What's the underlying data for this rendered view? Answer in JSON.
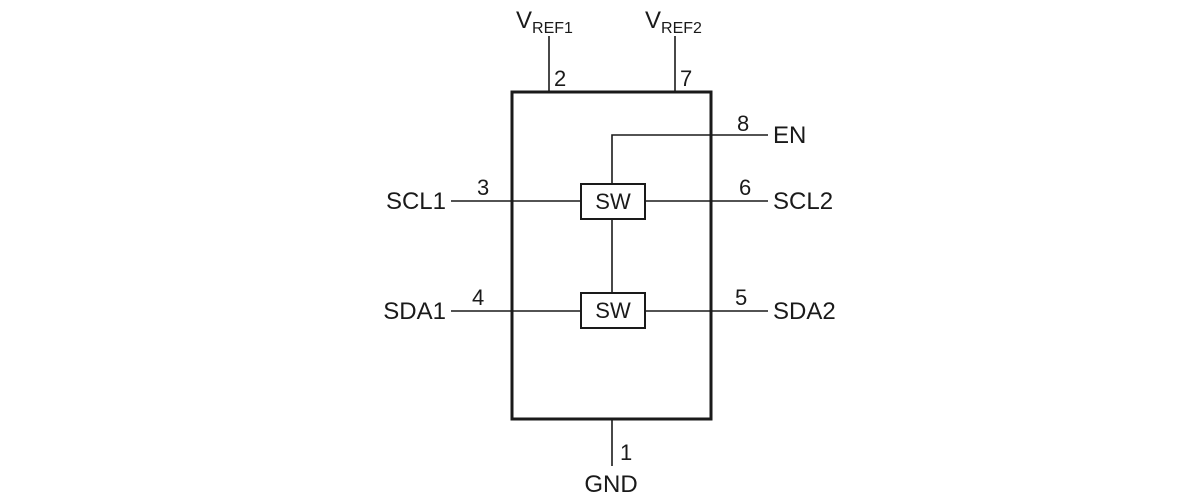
{
  "vref1": {
    "main": "V",
    "sub": "REF1",
    "pin": "2"
  },
  "vref2": {
    "main": "V",
    "sub": "REF2",
    "pin": "7"
  },
  "en": {
    "label": "EN",
    "pin": "8"
  },
  "scl1": {
    "label": "SCL1",
    "pin": "3"
  },
  "scl2": {
    "label": "SCL2",
    "pin": "6"
  },
  "sda1": {
    "label": "SDA1",
    "pin": "4"
  },
  "sda2": {
    "label": "SDA2",
    "pin": "5"
  },
  "gnd": {
    "label": "GND",
    "pin": "1"
  },
  "switches": {
    "top": "SW",
    "bottom": "SW"
  }
}
